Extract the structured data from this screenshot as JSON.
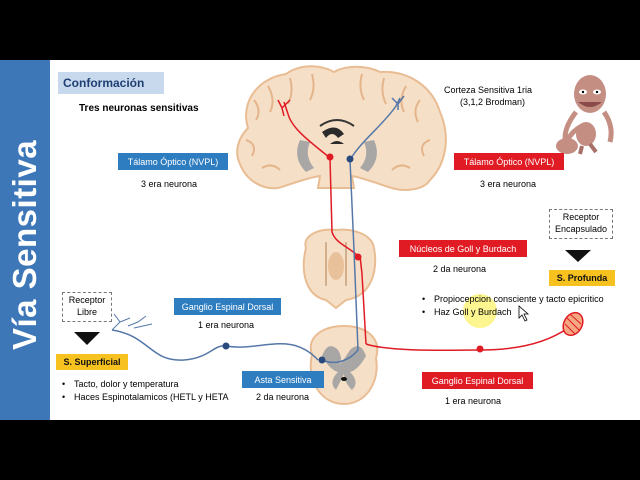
{
  "sidebar": {
    "title": "Vía Sensitiva"
  },
  "section": {
    "title": "Conformación",
    "subtitle": "Tres neuronas sensitivas"
  },
  "cortex": {
    "line1": "Corteza Sensitiva 1ria",
    "line2": "(3,1,2 Brodman)"
  },
  "left_pathway": {
    "thalamus": {
      "label": "Tálamo Óptico (NVPL)",
      "neuron": "3 era neurona"
    },
    "ganglion": {
      "label": "Ganglio Espinal Dorsal",
      "neuron": "1 era neurona"
    },
    "horn": {
      "label": "Asta Sensitiva",
      "neuron": "2 da neurona"
    },
    "receptor": "Receptor\nLibre",
    "sensitivity": "S. Superficial",
    "bullets": [
      "Tacto, dolor y temperatura",
      "Haces Espinotalamicos (HETL y HETA"
    ]
  },
  "right_pathway": {
    "thalamus": {
      "label": "Tálamo Óptico (NVPL)",
      "neuron": "3 era neurona"
    },
    "nuclei": {
      "label": "Núcleos de Goll y Burdach",
      "neuron": "2 da neurona"
    },
    "ganglion": {
      "label": "Ganglio Espinal Dorsal",
      "neuron": "1 era neurona"
    },
    "receptor": "Receptor\nEncapsulado",
    "sensitivity": "S. Profunda",
    "bullets": [
      "Propiocepcion consciente y tacto epicritico",
      "Haz Goll y Burdach"
    ]
  },
  "colors": {
    "sidebar": "#3d77b7",
    "blue_label": "#2e7dc0",
    "red_label": "#e01b24",
    "yellow_label": "#f7c11f",
    "pathway_red": "#e01b24",
    "pathway_blue": "#5578a8",
    "brain_tissue": "#f6dfc7"
  },
  "icons": [
    "cortical-homunculus-icon",
    "arrow-down-icon",
    "mouse-cursor-icon"
  ]
}
